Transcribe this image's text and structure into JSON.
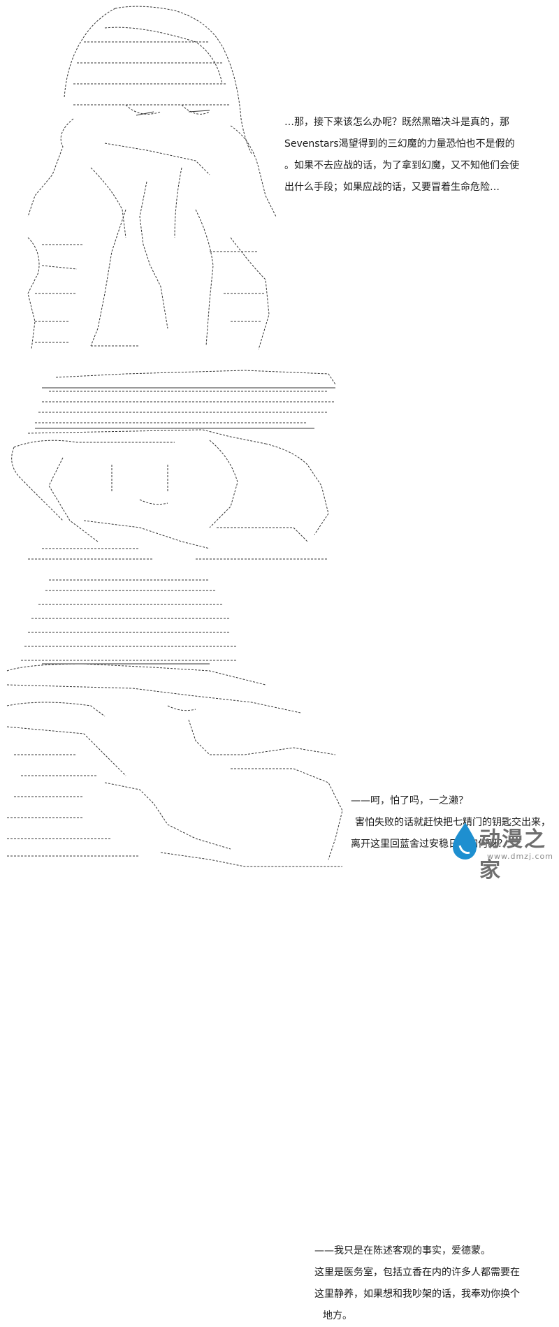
{
  "panels": [
    {
      "lines": [
        "…那，接下来该怎么办呢？既然黑暗决斗是真的，那",
        "Sevenstars渴望得到的三幻魔的力量恐怕也不是假的",
        "。如果不去应战的话，为了拿到幻魔，又不知他们会使",
        "出什么手段；如果应战的话，又要冒着生命危险…"
      ]
    },
    {
      "lines": [
        "——呵，怕了吗，一之濑？",
        "害怕失败的话就赶快把七精门的钥匙交出来，",
        "离开这里回蓝舍过安稳日子如何呀？"
      ]
    },
    {
      "lines": [
        "——我只是在陈述客观的事实，爱德蒙。",
        "这里是医务室，包括立香在内的许多人都需要在",
        "这里静养，如果想和我吵架的话，我奉劝你换个",
        "地方。"
      ]
    }
  ],
  "watermark": {
    "name": "动漫之家",
    "url": "www.dmzj.com",
    "colors": {
      "drop": "#1e8fd0",
      "text": "#6e6e6e"
    }
  }
}
